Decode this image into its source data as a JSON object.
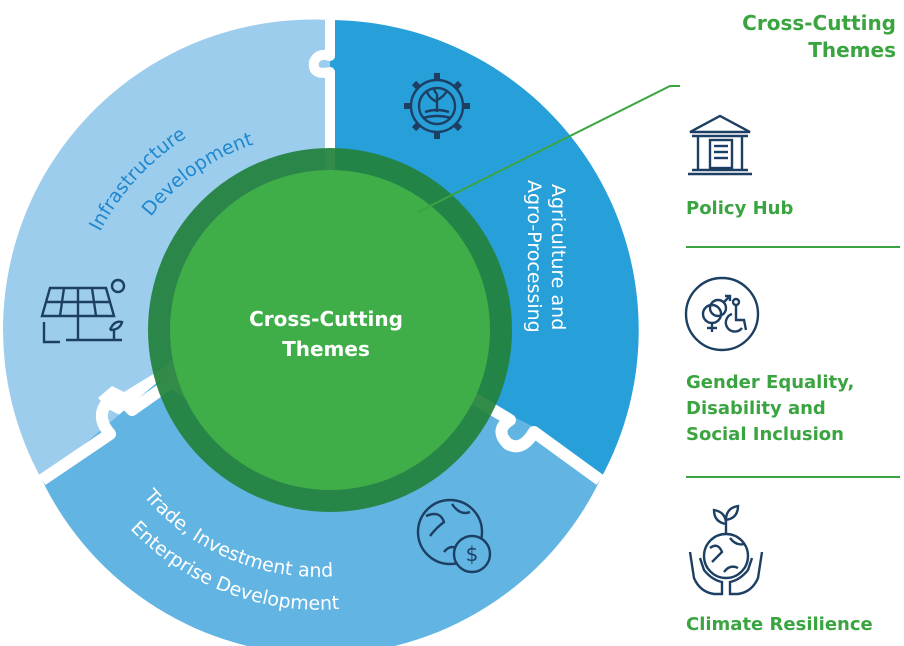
{
  "center": {
    "line1": "Cross-Cutting",
    "line2": "Themes"
  },
  "segments": {
    "infrastructure": {
      "line1": "Infrastructure",
      "line2": "Development"
    },
    "agriculture": {
      "line1": "Agriculture and",
      "line2": "Agro-Processing"
    },
    "trade": {
      "line1": "Trade, Investment and",
      "line2": "Enterprise Development"
    }
  },
  "panel": {
    "title_line1": "Cross-Cutting",
    "title_line2": "Themes",
    "items": [
      {
        "lines": [
          "Policy Hub"
        ],
        "icon": "policy-hub-building-icon"
      },
      {
        "lines": [
          "Gender Equality,",
          "Disability and",
          "Social Inclusion"
        ],
        "icon": "gender-disability-icon"
      },
      {
        "lines": [
          "Climate Resilience"
        ],
        "icon": "climate-hands-globe-icon"
      }
    ]
  },
  "colors": {
    "infrastructure": "#9dcdec",
    "agriculture": "#279fd9",
    "trade": "#62b5e3",
    "center_inner": "#3fae49",
    "center_ring": "#22813b",
    "panel_green": "#3aa540",
    "icon_navy": "#1c3f63"
  }
}
